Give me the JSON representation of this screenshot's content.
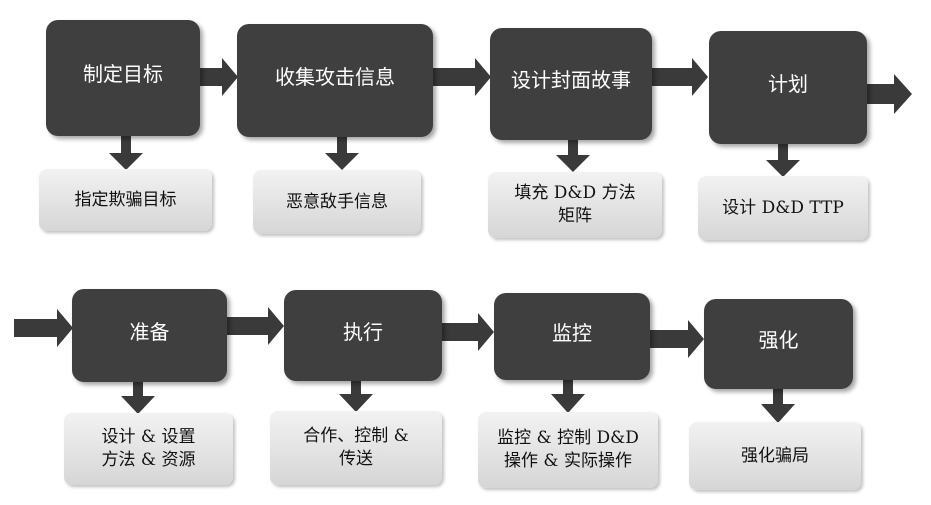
{
  "colors": {
    "step_box": "#3f3f3f",
    "arrow": "#3a3a3a",
    "detail_box_top": "#f2f2f2",
    "detail_box_bottom": "#d6d6d6"
  },
  "row1": {
    "steps": [
      {
        "label": "制定目标",
        "detail": "指定欺骗目标"
      },
      {
        "label": "收集攻击信息",
        "detail": "恶意敌手信息"
      },
      {
        "label": "设计封面故事",
        "detail": "填充 D&D 方法\n矩阵"
      },
      {
        "label": "计划",
        "detail": "设计 D&D TTP"
      }
    ]
  },
  "row2": {
    "steps": [
      {
        "label": "准备",
        "detail": "设计 & 设置\n方法 & 资源"
      },
      {
        "label": "执行",
        "detail": "合作、控制 &\n传送"
      },
      {
        "label": "监控",
        "detail": "监控 & 控制 D&D\n操作 & 实际操作"
      },
      {
        "label": "强化",
        "detail": "强化骗局"
      }
    ]
  }
}
